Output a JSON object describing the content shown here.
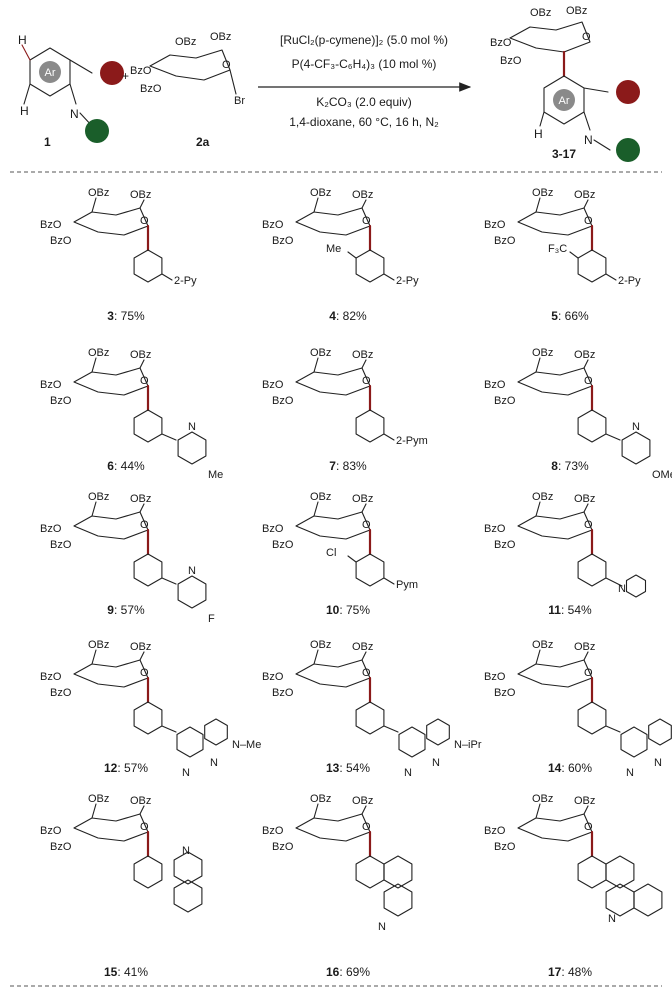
{
  "reaction": {
    "reagent_1": "[RuCl₂(p-cymene)]₂ (5.0 mol %)",
    "reagent_2": "P(4-CF₃-C₆H₄)₃ (10 mol %)",
    "base": "K₂CO₃ (2.0 equiv)",
    "conditions": "1,4-dioxane, 60 °C, 16 h, N₂",
    "sm1_label": "1",
    "sm2_label": "2a",
    "product_label": "3-17",
    "ring_label": "Ar",
    "plus": "+",
    "bromide": "Br"
  },
  "sugar_labels": {
    "obz": "OBz",
    "bzo": "BzO",
    "o": "O"
  },
  "products": [
    {
      "id": "3",
      "yield": "75%",
      "subst": "2-Py",
      "extra": ""
    },
    {
      "id": "4",
      "yield": "82%",
      "subst": "2-Py",
      "extra": "Me"
    },
    {
      "id": "5",
      "yield": "66%",
      "subst": "2-Py",
      "extra": "F₃C"
    },
    {
      "id": "6",
      "yield": "44%",
      "subst": "Me",
      "extra": ""
    },
    {
      "id": "7",
      "yield": "83%",
      "subst": "2-Pym",
      "extra": ""
    },
    {
      "id": "8",
      "yield": "73%",
      "subst": "OMe",
      "extra": ""
    },
    {
      "id": "9",
      "yield": "57%",
      "subst": "F",
      "extra": ""
    },
    {
      "id": "10",
      "yield": "75%",
      "subst": "Pym",
      "extra": "Cl"
    },
    {
      "id": "11",
      "yield": "54%",
      "subst": "N",
      "extra": ""
    },
    {
      "id": "12",
      "yield": "57%",
      "subst": "N–Me",
      "extra": ""
    },
    {
      "id": "13",
      "yield": "54%",
      "subst": "N–iPr",
      "extra": ""
    },
    {
      "id": "14",
      "yield": "60%",
      "subst": "N–Ph",
      "extra": ""
    },
    {
      "id": "15",
      "yield": "41%",
      "subst": "N",
      "extra": ""
    },
    {
      "id": "16",
      "yield": "69%",
      "subst": "N",
      "extra": ""
    },
    {
      "id": "17",
      "yield": "48%",
      "subst": "N",
      "extra": ""
    }
  ]
}
